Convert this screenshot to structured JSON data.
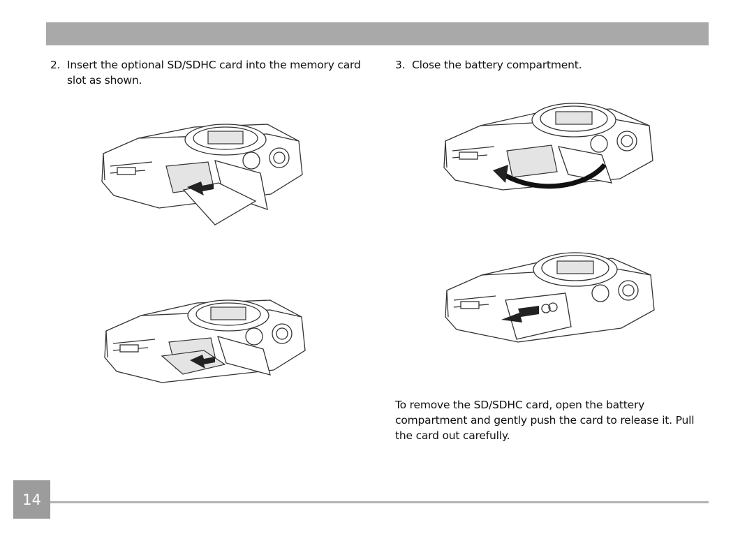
{
  "steps": [
    {
      "number": "2.",
      "text": "Insert the optional SD/SDHC card into the memory card slot as shown."
    },
    {
      "number": "3.",
      "text": "Close the battery compartment."
    }
  ],
  "note": "To remove the SD/SDHC card, open the battery compartment and gently push the card to release it. Pull the card out carefully.",
  "page_number": "14",
  "illustrations": [
    {
      "icon": "camera-insert-card-icon"
    },
    {
      "icon": "camera-card-inserted-icon"
    },
    {
      "icon": "camera-close-door-icon"
    },
    {
      "icon": "camera-closed-door-icon"
    }
  ]
}
